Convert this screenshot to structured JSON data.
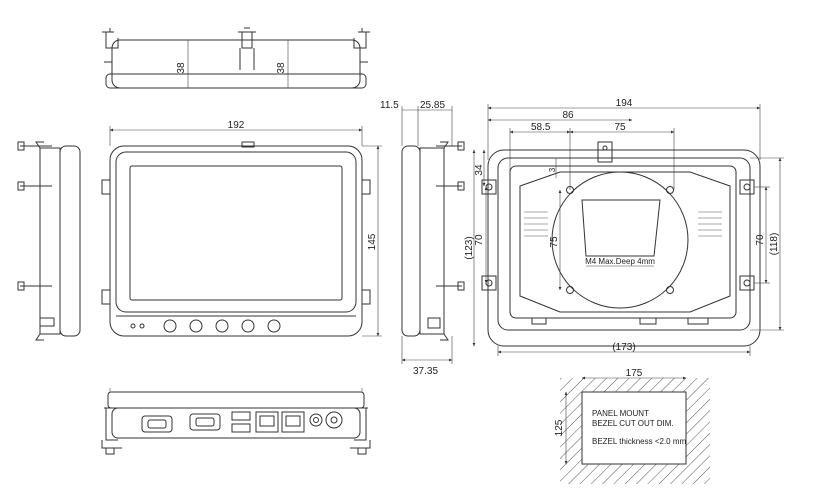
{
  "dimensions": {
    "top_h_left": "38",
    "top_h_right": "38",
    "front_width": "192",
    "front_height": "145",
    "side_top_a": "11.5",
    "side_top_b": "25.85",
    "side_bottom": "37.35",
    "rear_width": "194",
    "rear_86": "86",
    "rear_58_5": "58.5",
    "rear_75_top": "75",
    "rear_34": "34",
    "rear_3": "3",
    "rear_123": "(123)",
    "rear_70_left": "70",
    "rear_75_left": "75",
    "rear_70_right": "70",
    "rear_118": "(118)",
    "rear_173": "(173)",
    "cutout_w": "175",
    "cutout_h": "125"
  },
  "notes": {
    "vesa": "M4 Max.Deep 4mm",
    "cutout_line1": "PANEL MOUNT",
    "cutout_line2": "BEZEL CUT OUT DIM.",
    "cutout_line3": "BEZEL thickness <2.0 mm"
  }
}
